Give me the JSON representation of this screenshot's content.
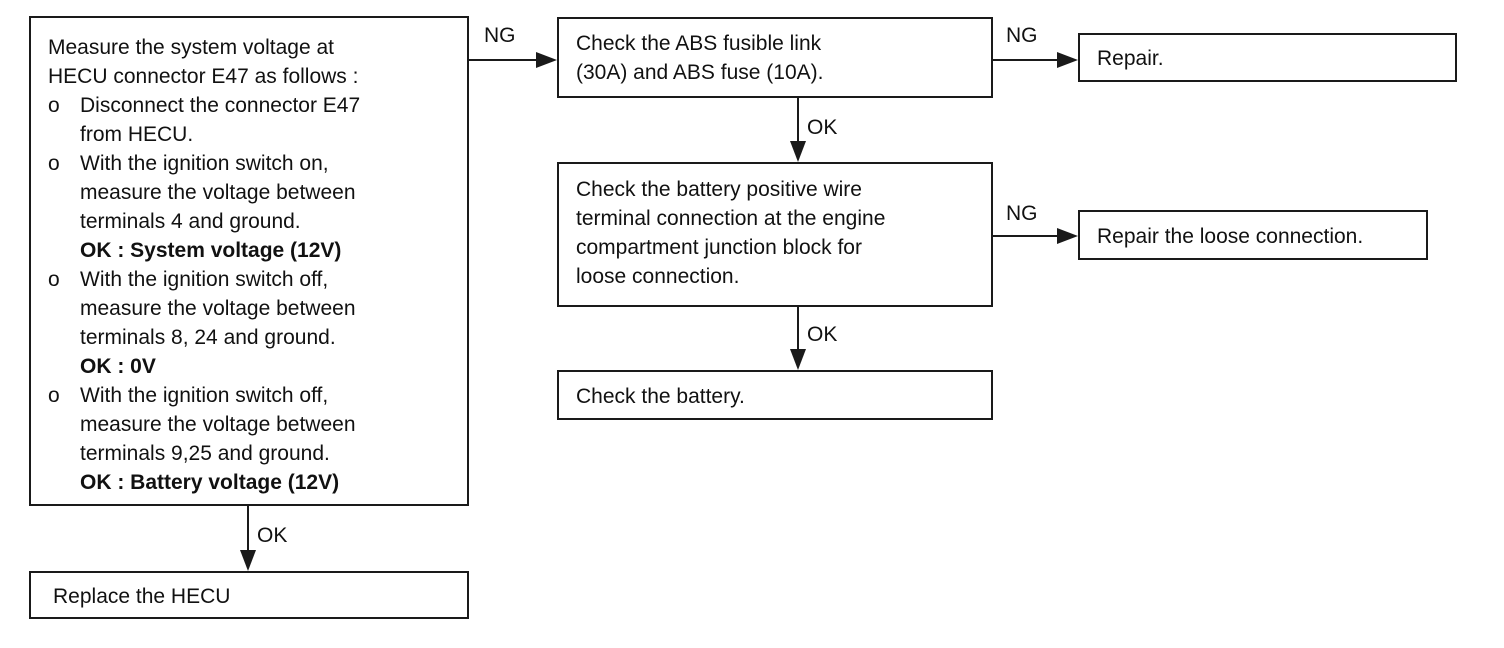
{
  "main_box": {
    "intro": [
      "Measure the system voltage at",
      "HECU connector E47 as follows :"
    ],
    "steps": [
      {
        "bullet": "o",
        "lines": [
          "Disconnect the connector E47",
          "from HECU."
        ],
        "ok": ""
      },
      {
        "bullet": "o",
        "lines": [
          "With the ignition switch on,",
          "measure the voltage between",
          "terminals 4 and ground."
        ],
        "ok": "OK : System voltage (12V)"
      },
      {
        "bullet": "o",
        "lines": [
          "With the ignition switch off,",
          "measure the voltage between",
          "terminals 8, 24 and ground."
        ],
        "ok": "OK : 0V"
      },
      {
        "bullet": "o",
        "lines": [
          "With the ignition switch off,",
          "measure the voltage between",
          "terminals 9,25 and ground."
        ],
        "ok": "OK : Battery voltage (12V)"
      }
    ]
  },
  "replace_box": {
    "text": "Replace the HECU"
  },
  "fuse_box": {
    "lines": [
      "Check the ABS fusible link",
      "(30A) and ABS fuse (10A)."
    ]
  },
  "repair_box": {
    "text": "Repair."
  },
  "battery_wire_box": {
    "lines": [
      "Check the battery positive wire",
      "terminal connection at the engine",
      "compartment junction block for",
      "loose connection."
    ]
  },
  "repair_loose_box": {
    "text": "Repair the loose connection."
  },
  "battery_box": {
    "text": "Check the battery."
  },
  "labels": {
    "main_to_fuse": "NG",
    "fuse_to_repair": "NG",
    "fuse_to_wire": "OK",
    "wire_to_repair_loose": "NG",
    "wire_to_battery": "OK",
    "main_to_replace": "OK"
  }
}
